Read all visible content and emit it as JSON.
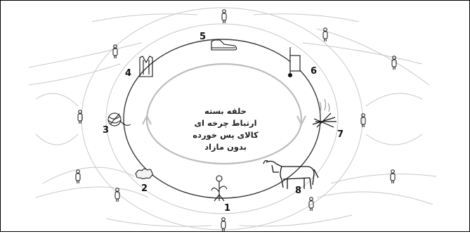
{
  "diagram": {
    "center_lines": [
      "حلقه بسته",
      "ارتباط چرخه ای",
      "کالای پس خورده",
      "بدون مازاد"
    ],
    "stages": [
      {
        "number": "1",
        "icon": "flower-icon"
      },
      {
        "number": "2",
        "icon": "wool-icon"
      },
      {
        "number": "3",
        "icon": "yarn-ball-icon"
      },
      {
        "number": "4",
        "icon": "garment-icon"
      },
      {
        "number": "5",
        "icon": "shoe-icon"
      },
      {
        "number": "6",
        "icon": "flag-icon"
      },
      {
        "number": "7",
        "icon": "fire-icon"
      },
      {
        "number": "8",
        "icon": "cow-icon"
      }
    ],
    "person_icon": "person-figure-icon"
  }
}
